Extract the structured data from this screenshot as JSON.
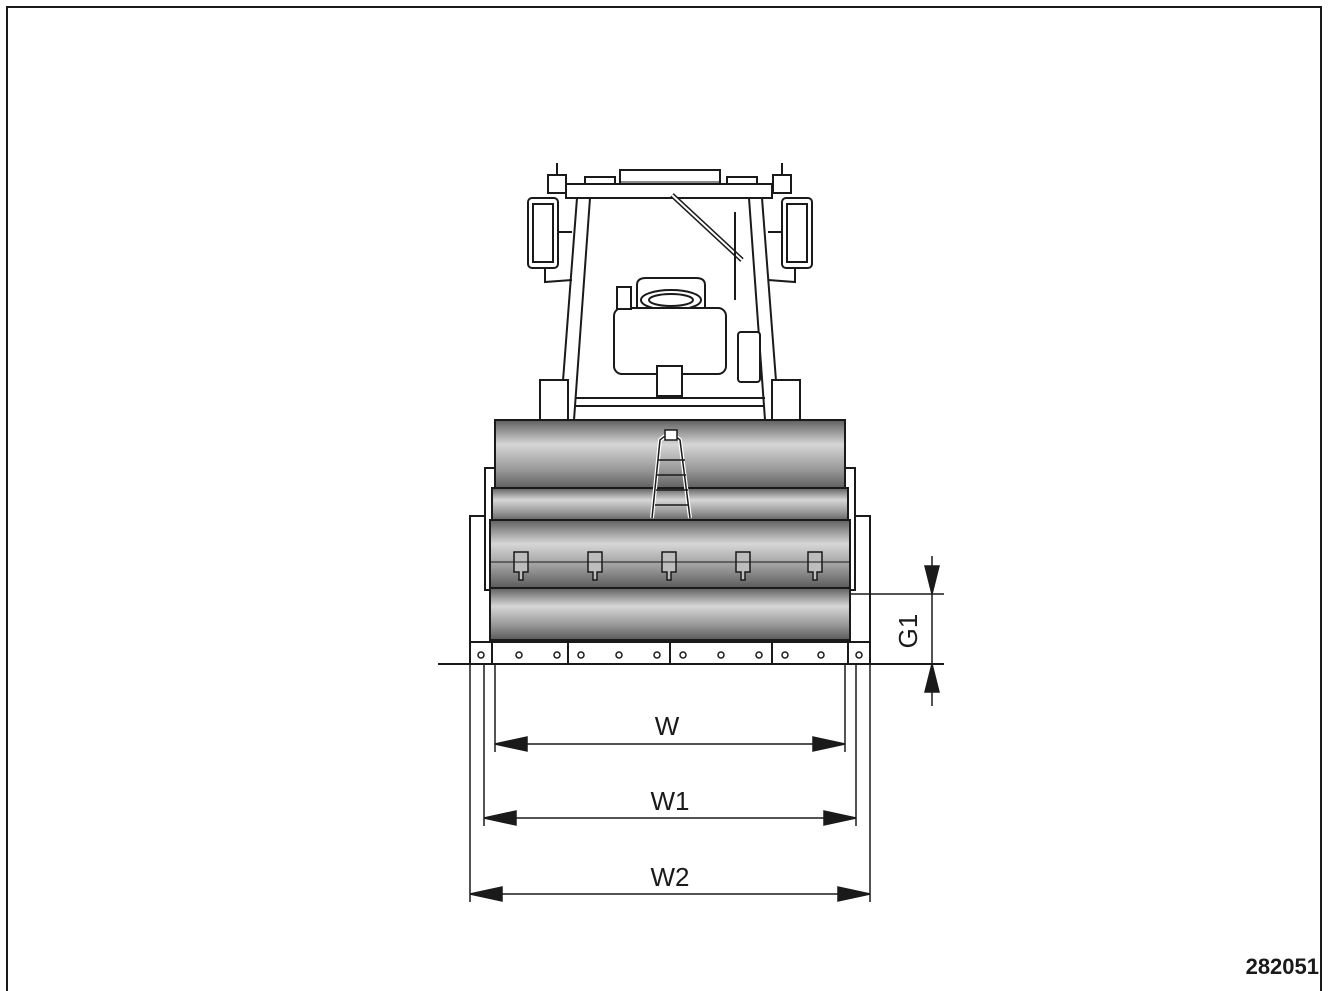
{
  "figure": {
    "id": "282051",
    "dimensions": {
      "w": "W",
      "w1": "W1",
      "w2": "W2",
      "g1": "G1"
    }
  },
  "colors": {
    "line": "#1a1a1a",
    "drum_light": "#d2d2d2",
    "drum_dark": "#6e6e6e",
    "background": "#ffffff"
  }
}
